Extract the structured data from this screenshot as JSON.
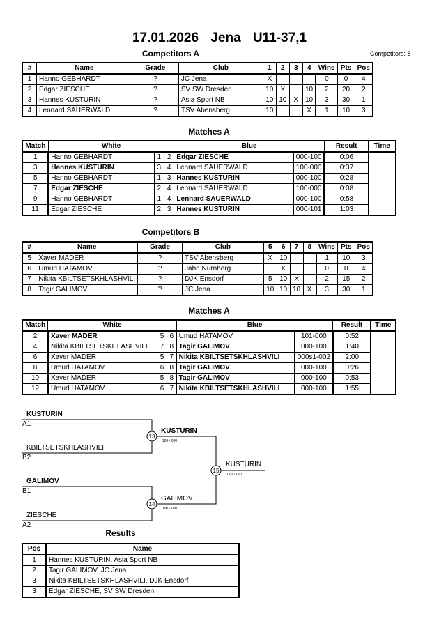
{
  "header": {
    "date": "17.01.2026",
    "city": "Jena",
    "category": "U11-37,1"
  },
  "competitors_count": "Competitors: 8",
  "compA": {
    "title": "Competitors A",
    "cols": [
      "#",
      "Name",
      "Grade",
      "Club",
      "1",
      "2",
      "3",
      "4",
      "Wins",
      "Pts",
      "Pos"
    ],
    "rows": [
      [
        "1",
        "Hanno GEBHARDT",
        "?",
        "JC Jena",
        "X",
        "",
        "",
        "",
        "0",
        "0",
        "4"
      ],
      [
        "2",
        "Edgar ZIESCHE",
        "?",
        "SV SW Dresden",
        "10",
        "X",
        "",
        "10",
        "2",
        "20",
        "2"
      ],
      [
        "3",
        "Hannes KUSTURIN",
        "?",
        "Asia Sport NB",
        "10",
        "10",
        "X",
        "10",
        "3",
        "30",
        "1"
      ],
      [
        "4",
        "Lennard SAUERWALD",
        "?",
        "TSV Abensberg",
        "10",
        "",
        "",
        "X",
        "1",
        "10",
        "3"
      ]
    ]
  },
  "matchesA": {
    "title": "Matches A",
    "cols": [
      "Match",
      "White",
      "",
      "",
      "Blue",
      "Result",
      "Time"
    ],
    "rows": [
      {
        "m": "1",
        "w": "Hanno GEBHARDT",
        "wn": "1",
        "bn": "2",
        "b": "Edgar ZIESCHE",
        "wb": false,
        "bb": true,
        "r": "000-100",
        "t": "0:06"
      },
      {
        "m": "3",
        "w": "Hannes KUSTURIN",
        "wn": "3",
        "bn": "4",
        "b": "Lennard SAUERWALD",
        "wb": true,
        "bb": false,
        "r": "100-000",
        "t": "0:37"
      },
      {
        "m": "5",
        "w": "Hanno GEBHARDT",
        "wn": "1",
        "bn": "3",
        "b": "Hannes KUSTURIN",
        "wb": false,
        "bb": true,
        "r": "000-100",
        "t": "0:28"
      },
      {
        "m": "7",
        "w": "Edgar ZIESCHE",
        "wn": "2",
        "bn": "4",
        "b": "Lennard SAUERWALD",
        "wb": true,
        "bb": false,
        "r": "100-000",
        "t": "0:08"
      },
      {
        "m": "9",
        "w": "Hanno GEBHARDT",
        "wn": "1",
        "bn": "4",
        "b": "Lennard SAUERWALD",
        "wb": false,
        "bb": true,
        "r": "000-100",
        "t": "0:58"
      },
      {
        "m": "11",
        "w": "Edgar ZIESCHE",
        "wn": "2",
        "bn": "3",
        "b": "Hannes KUSTURIN",
        "wb": false,
        "bb": true,
        "r": "000-101",
        "t": "1:03"
      }
    ]
  },
  "compB": {
    "title": "Competitors B",
    "cols": [
      "#",
      "Name",
      "Grade",
      "Club",
      "5",
      "6",
      "7",
      "8",
      "Wins",
      "Pts",
      "Pos"
    ],
    "rows": [
      [
        "5",
        "Xaver MADER",
        "?",
        "TSV Abensberg",
        "X",
        "10",
        "",
        "",
        "1",
        "10",
        "3"
      ],
      [
        "6",
        "Umud HATAMOV",
        "?",
        "Jahn Nürnberg",
        "",
        "X",
        "",
        "",
        "0",
        "0",
        "4"
      ],
      [
        "7",
        "Nikita KBILTSETSKHLASHVILI",
        "?",
        "DJK Ensdorf",
        "5",
        "10",
        "X",
        "",
        "2",
        "15",
        "2"
      ],
      [
        "8",
        "Tagir GALIMOV",
        "?",
        "JC Jena",
        "10",
        "10",
        "10",
        "X",
        "3",
        "30",
        "1"
      ]
    ]
  },
  "matchesB": {
    "title": "Matches A",
    "cols": [
      "Match",
      "White",
      "",
      "",
      "Blue",
      "Result",
      "Time"
    ],
    "rows": [
      {
        "m": "2",
        "w": "Xaver MADER",
        "wn": "5",
        "bn": "6",
        "b": "Umud HATAMOV",
        "wb": true,
        "bb": false,
        "r": "101-000",
        "t": "0:52"
      },
      {
        "m": "4",
        "w": "Nikita KBILTSETSKHLASHVILI",
        "wn": "7",
        "bn": "8",
        "b": "Tagir GALIMOV",
        "wb": false,
        "bb": true,
        "r": "000-100",
        "t": "1:40"
      },
      {
        "m": "6",
        "w": "Xaver MADER",
        "wn": "5",
        "bn": "7",
        "b": "Nikita KBILTSETSKHLASHVILI",
        "wb": false,
        "bb": true,
        "r": "000s1-002",
        "t": "2:00"
      },
      {
        "m": "8",
        "w": "Umud HATAMOV",
        "wn": "6",
        "bn": "8",
        "b": "Tagir GALIMOV",
        "wb": false,
        "bb": true,
        "r": "000-100",
        "t": "0:26"
      },
      {
        "m": "10",
        "w": "Xaver MADER",
        "wn": "5",
        "bn": "8",
        "b": "Tagir GALIMOV",
        "wb": false,
        "bb": true,
        "r": "000-100",
        "t": "0:53"
      },
      {
        "m": "12",
        "w": "Umud HATAMOV",
        "wn": "6",
        "bn": "7",
        "b": "Nikita KBILTSETSKHLASHVILI",
        "wb": false,
        "bb": true,
        "r": "000-100",
        "t": "1:55"
      }
    ]
  },
  "bracket": {
    "s1_top": "KUSTURIN",
    "s1_top_seed": "A1",
    "s1_bot": "KBILTSETSKHLASHVILI",
    "s1_bot_seed": "B2",
    "s1_num": "13",
    "s1_winner": "KUSTURIN",
    "s1_score": "100 - 000",
    "s2_top": "GALIMOV",
    "s2_top_seed": "B1",
    "s2_bot": "ZIESCHE",
    "s2_bot_seed": "A2",
    "s2_num": "14",
    "s2_winner": "GALIMOV",
    "s2_score": "100 - 000",
    "f_num": "15",
    "f_winner": "KUSTURIN",
    "f_score": "000 - 000"
  },
  "results": {
    "title": "Results",
    "cols": [
      "Pos",
      "Name"
    ],
    "rows": [
      [
        "1",
        "Hannes KUSTURIN, Asia Sport NB"
      ],
      [
        "2",
        "Tagir GALIMOV, JC Jena"
      ],
      [
        "3",
        "Nikita KBILTSETSKHLASHVILI, DJK Ensdorf"
      ],
      [
        "3",
        "Edgar ZIESCHE, SV SW Dresden"
      ]
    ]
  }
}
